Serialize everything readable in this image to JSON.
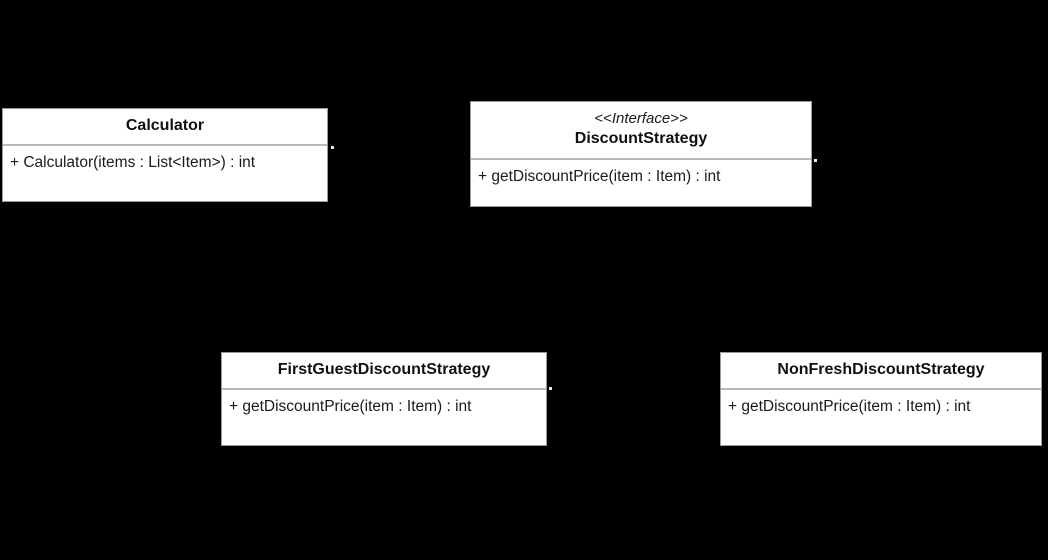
{
  "diagram": {
    "kind": "uml-class-diagram",
    "background_color": "#000000",
    "box_fill_color": "#ffffff",
    "box_border_color": "#9a9a9a",
    "text_color": "#1a1a1a",
    "classes": [
      {
        "id": "calculator",
        "stereotype": "",
        "name": "Calculator",
        "members": [
          "+ Calculator(items : List<Item>) : int"
        ]
      },
      {
        "id": "discountstrategy",
        "stereotype": "<<Interface>>",
        "name": "DiscountStrategy",
        "members": [
          "+ getDiscountPrice(item : Item) : int"
        ]
      },
      {
        "id": "firstguest",
        "stereotype": "",
        "name": "FirstGuestDiscountStrategy",
        "members": [
          "+ getDiscountPrice(item : Item) : int"
        ]
      },
      {
        "id": "nonfresh",
        "stereotype": "",
        "name": "NonFreshDiscountStrategy",
        "members": [
          "+ getDiscountPrice(item : Item) : int"
        ]
      }
    ]
  }
}
